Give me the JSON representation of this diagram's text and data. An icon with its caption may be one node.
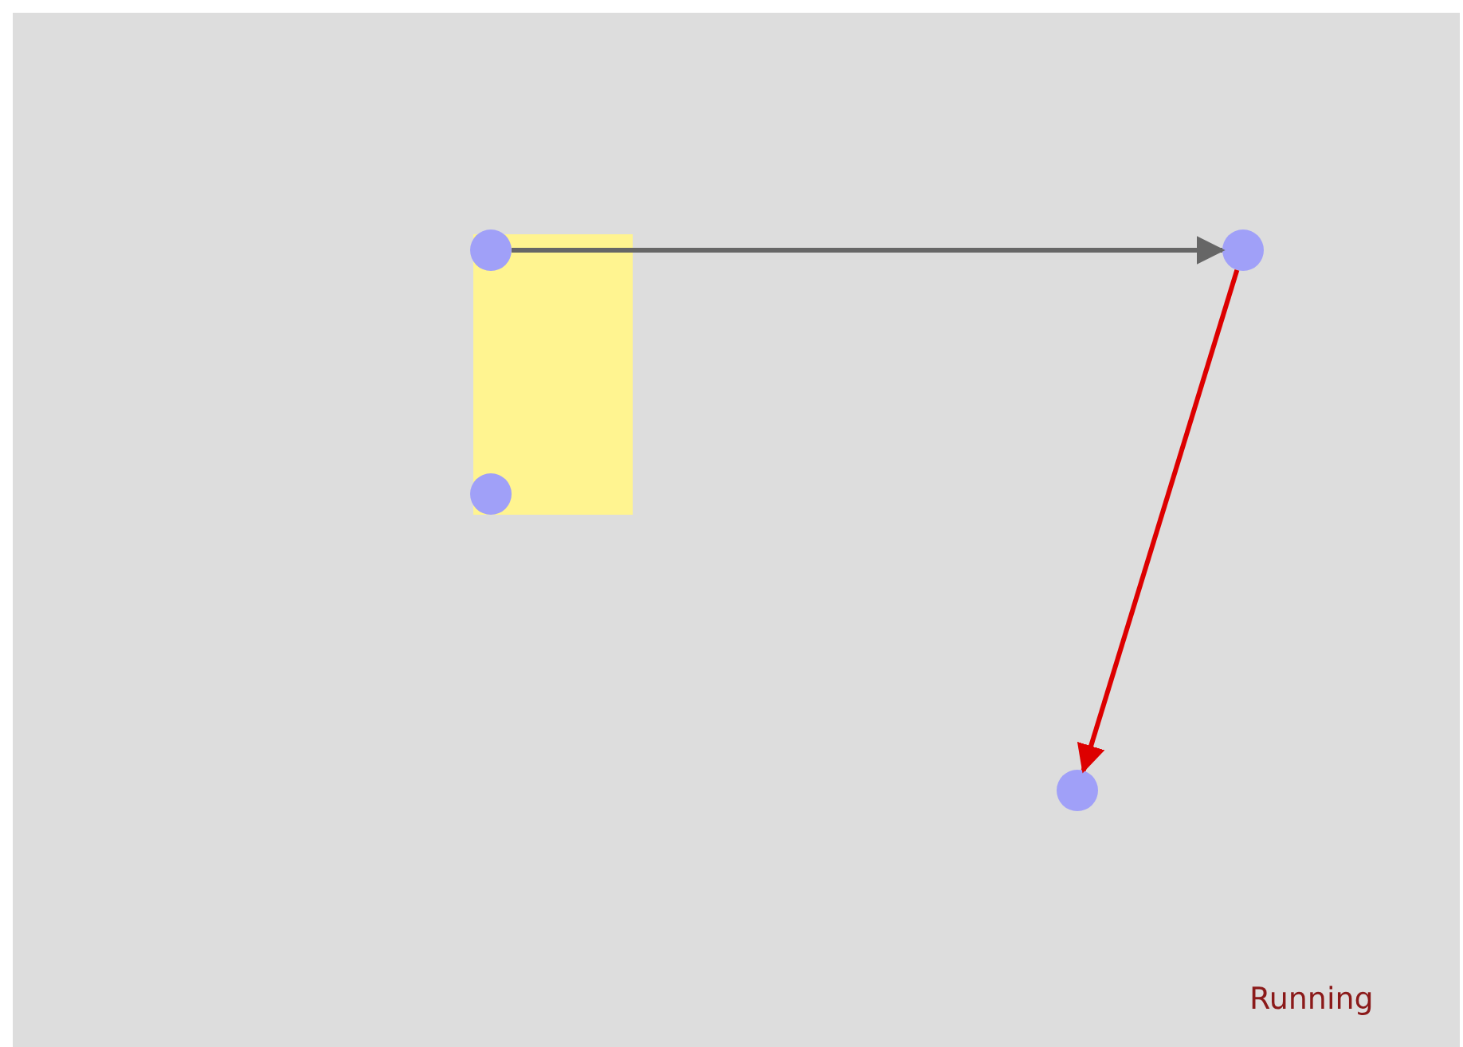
{
  "diagram": {
    "nodes": [
      {
        "text": [],
        "shape": "circle"
      },
      {
        "text": [],
        "shape": "circle"
      },
      {
        "text": [],
        "shape": "circle"
      },
      {
        "text": [],
        "shape": "circle"
      }
    ],
    "edges": [
      {
        "from": 0,
        "to": 2,
        "arrow": "to"
      },
      {
        "from": 2,
        "to": 3,
        "arrow": "to",
        "color": "#dd0000"
      }
    ],
    "labels": [
      "Running"
    ]
  }
}
